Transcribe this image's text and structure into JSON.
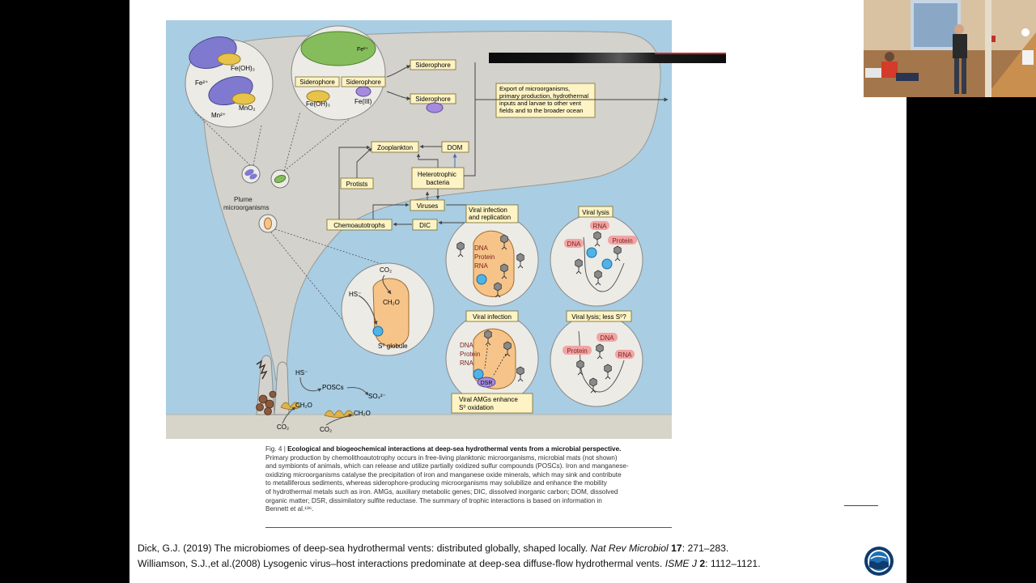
{
  "figure": {
    "plume_label": [
      "Plume",
      "microorganisms"
    ],
    "circle1": {
      "fe2": "Fe²⁺",
      "feoh": "Fe(OH)₃",
      "mn2": "Mn²⁺",
      "mno": "MnO₂"
    },
    "circle2": {
      "fe_top": "Fe²⁺",
      "siderophore_left": "Siderophore",
      "siderophore_right": "Siderophore",
      "feoh": "Fe(OH)₃",
      "fe3": "Fe(III)"
    },
    "siderophore_top": "Siderophore",
    "siderophore_mid": "Siderophore",
    "export_text": [
      "Export of microorganisms,",
      "primary production, hydrothermal",
      "inputs and larvae to other vent",
      "fields and to the broader ocean"
    ],
    "boxes": {
      "zooplankton": "Zooplankton",
      "dom": "DOM",
      "heterotrophic": [
        "Heterotrophic",
        "bacteria"
      ],
      "protists": "Protists",
      "viruses": "Viruses",
      "chemoautotrophs": "Chemoautotrophs",
      "dic": "DIC"
    },
    "sulfur_cell": {
      "co2": "CO₂",
      "hs": "HS⁻",
      "ch2o": "CH₂O",
      "globule": "S⁰ globule"
    },
    "viral_infection_replication": {
      "title": [
        "Viral infection",
        "and replication"
      ],
      "dna": "DNA",
      "protein": "Protein",
      "rna": "RNA"
    },
    "viral_lysis": {
      "title": "Viral lysis",
      "rna": "RNA",
      "dna": "DNA",
      "protein": "Protein"
    },
    "viral_infection": {
      "title": "Viral infection",
      "dna": "DNA",
      "protein": "Protein",
      "rna": "RNA",
      "dsr": "DSR"
    },
    "viral_lysis_less": {
      "title": "Viral lysis; less S⁰?",
      "dna": "DNA",
      "protein": "Protein",
      "rna": "RNA"
    },
    "viral_amgs": [
      "Viral AMGs enhance",
      "S⁰ oxidation"
    ],
    "seafloor": {
      "hs": "HS⁻",
      "poscs": "POSCs",
      "so4": "SO₄²⁻",
      "ch2o_a": "CH₂O",
      "ch2o_b": "CH₂O",
      "co2_a": "CO₂",
      "co2_b": "CO₂"
    }
  },
  "caption": {
    "label": "Fig. 4 |",
    "title": "Ecological and biogeochemical interactions at deep-sea hydrothermal vents from a microbial perspective.",
    "lines": [
      "Primary production by chemolithoautotrophy occurs in free-living planktonic microorganisms, microbial mats (not shown)",
      "and symbionts of animals, which can release and utilize partially oxidized sulfur compounds (POSCs). Iron and manganese-",
      "oxidizing microorganisms catalyse the precipitation of iron and manganese oxide minerals, which may sink and contribute",
      "to metalliferous sediments, whereas siderophore-producing microorganisms may solubilize and enhance the mobility",
      "of hydrothermal metals such as iron. AMGs, auxiliary metabolic genes; DIC, dissolved inorganic carbon; DOM, dissolved",
      "organic matter; DSR, dissimilatory sulfite reductase. The summary of trophic interactions is based on information in",
      "Bennett et al.¹³⁶."
    ]
  },
  "references": [
    {
      "text": "Dick, G.J. (2019) The microbiomes of deep-sea hydrothermal vents: distributed globally, shaped locally. ",
      "journal": "Nat Rev Microbiol",
      "volume": "17",
      "pages": ": 271–283."
    },
    {
      "text": "Williamson, S.J.,et al.(2008) Lysogenic virus–host interactions predominate at deep-sea diffuse-flow hydrothermal vents. ",
      "journal": "ISME J",
      "volume": "2",
      "pages": ": 1112–1121."
    }
  ],
  "colors": {
    "water": "#a9cde3",
    "plume": "#d3d2cd",
    "box": "#fdf3c4",
    "cell": "#f6c489",
    "purple": "#7f7ad0",
    "green": "#86bd5c",
    "pink": "#f2a4a4"
  }
}
